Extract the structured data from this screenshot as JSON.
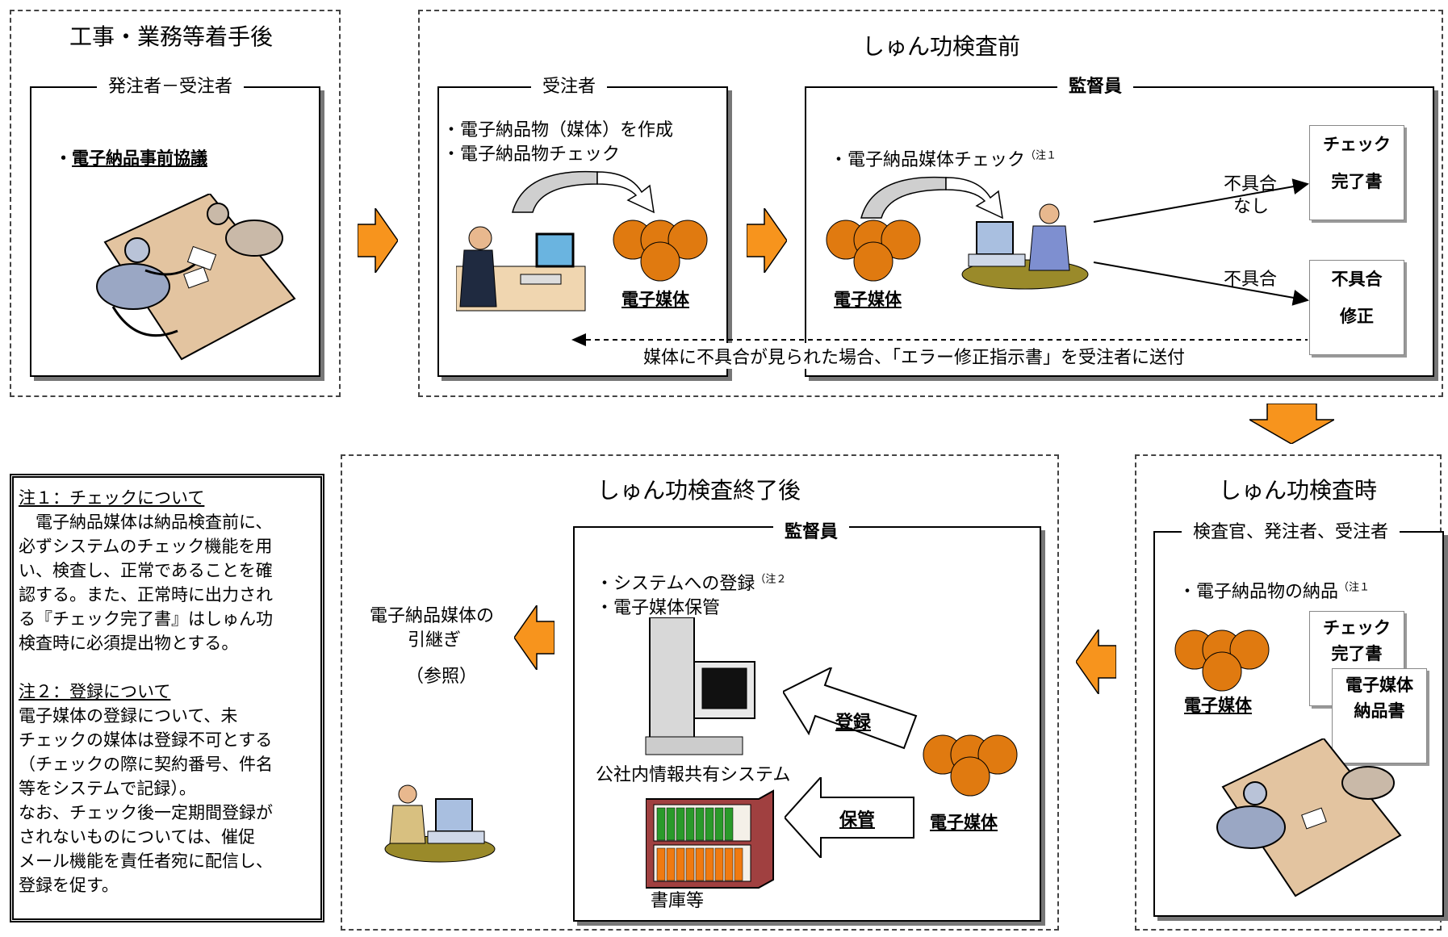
{
  "sections": {
    "start": {
      "title": "工事・業務等着手後",
      "panel_label": "発注者－受注者",
      "item": "電子納品事前協議"
    },
    "before": {
      "title": "しゅん功検査前",
      "contractor": {
        "label": "受注者",
        "items": [
          "・電子納品物（媒体）を作成",
          "・電子納品物チェック"
        ],
        "media_label": "電子媒体"
      },
      "supervisor": {
        "label": "監督員",
        "item": "・電子納品媒体チェック",
        "note_ref": "（注１",
        "media_label": "電子媒体",
        "ok_label_1": "不具合",
        "ok_label_2": "なし",
        "ng_label": "不具合",
        "doc_ok": [
          "チェック",
          "完了書"
        ],
        "doc_ng": [
          "不具合",
          "修正"
        ]
      },
      "feedback": "媒体に不具合が見られた場合、「エラー修正指示書」を受注者に送付"
    },
    "during": {
      "title": "しゅん功検査時",
      "panel_label": "検査官、発注者、受注者",
      "item": "・電子納品物の納品",
      "note_ref": "（注１",
      "media_label": "電子媒体",
      "doc_check": [
        "チェック",
        "完了書"
      ],
      "doc_delivery": [
        "電子媒体",
        "納品書"
      ]
    },
    "after": {
      "title": "しゅん功検査終了後",
      "panel_label": "監督員",
      "items": [
        "・システムへの登録",
        "・電子媒体保管"
      ],
      "note_ref": "（注２",
      "system_label": "公社内情報共有システム",
      "register_label": "登録",
      "store_label": "保管",
      "media_label": "電子媒体",
      "shelf_label": "書庫等"
    },
    "handover": {
      "line1": "電子納品媒体の",
      "line2": "引継ぎ",
      "line3": "（参照）"
    }
  },
  "notes": {
    "note1_title": "注１：チェックについて",
    "note1_body": [
      "　電子納品媒体は納品検査前に、",
      "必ずシステムのチェック機能を用",
      "い、検査し、正常であることを確",
      "認する。また、正常時に出力され",
      "る『チェック完了書』はしゅん功",
      "検査時に必須提出物とする。"
    ],
    "note2_title": "注２：登録について",
    "note2_body": [
      "電子媒体の登録について、未",
      "チェックの媒体は登録不可とする",
      "（チェックの際に契約番号、件名",
      "等をシステムで記録）。",
      "なお、チェック後一定期間登録が",
      "されないものについては、催促",
      "メール機能を責任者宛に配信し、",
      "登録を促す。"
    ]
  },
  "colors": {
    "arrow": "#f7941d",
    "disc": "#e07a10",
    "panel_shadow": "#777777"
  }
}
